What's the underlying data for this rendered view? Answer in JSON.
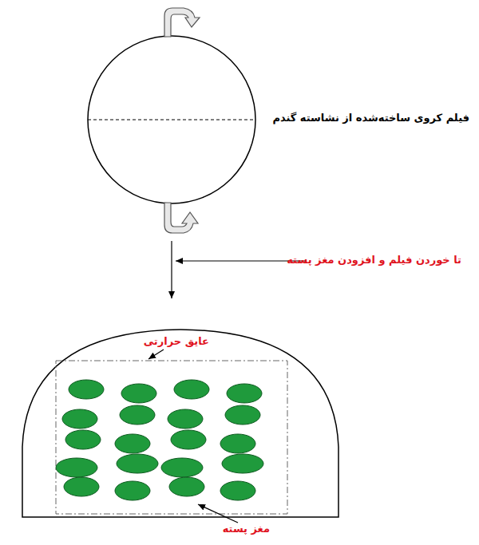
{
  "diagram": {
    "labels": [
      "فیلم کروی ساخته‌شده از نشاسته گندم",
      "تا خوردن فیلم و افزودن مغز پسته",
      "عایق حرارتی",
      "مغز پسته"
    ]
  }
}
